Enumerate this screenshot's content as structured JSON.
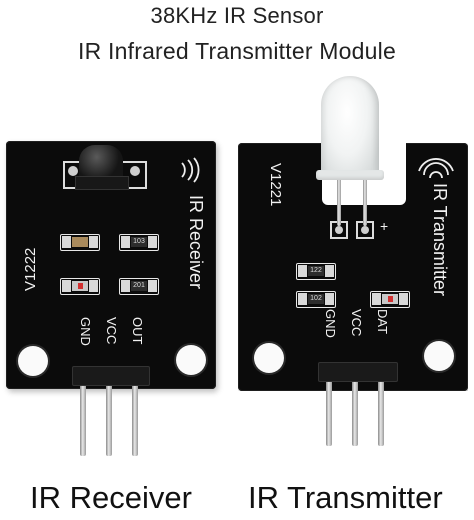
{
  "heading": {
    "line1": "38KHz IR Sensor",
    "line2": "IR Infrared Transmitter Module"
  },
  "receiver": {
    "caption": "IR Receiver",
    "model": "V1222",
    "silk_label": "IR Receiver",
    "pins": [
      "GND",
      "VCC",
      "OUT"
    ],
    "resistors": [
      "103",
      "201"
    ]
  },
  "transmitter": {
    "caption": "IR Transmitter",
    "model": "V1221",
    "silk_label": "IR Transmitter",
    "pins": [
      "GND",
      "VCC",
      "DAT"
    ],
    "resistors": [
      "122",
      "102"
    ],
    "polarity": "+"
  },
  "colors": {
    "pcb": "#0b0b0b",
    "silkscreen": "#f2f2f2",
    "led_marker": "#d23030"
  }
}
